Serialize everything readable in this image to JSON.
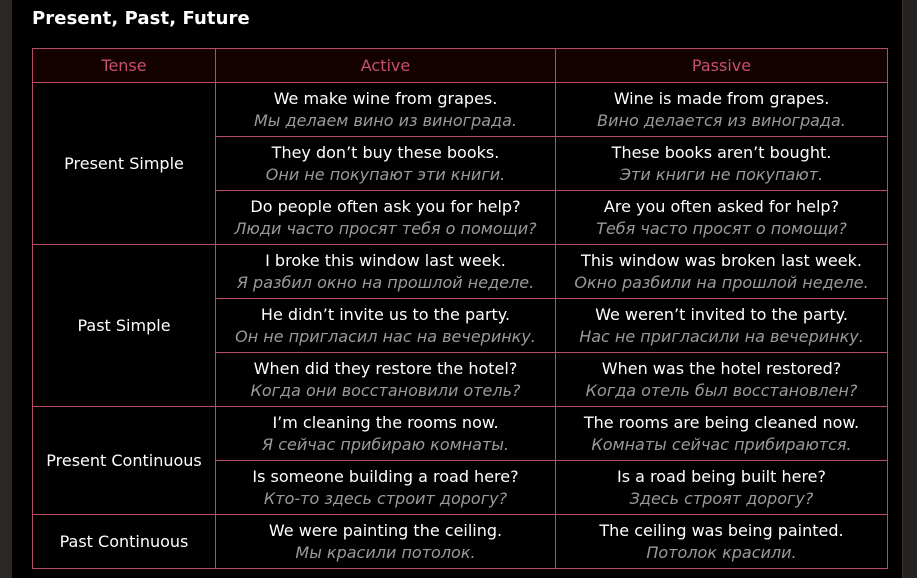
{
  "title": "Present, Past, Future",
  "headers": {
    "tense": "Tense",
    "active": "Active",
    "passive": "Passive"
  },
  "groups": [
    {
      "tense": "Present Simple",
      "rows": [
        {
          "active_en": "We make wine from grapes.",
          "active_ru": "Мы делаем вино из винограда.",
          "passive_en": "Wine is made from grapes.",
          "passive_ru": "Вино делается из винограда."
        },
        {
          "active_en": "They don’t buy these books.",
          "active_ru": "Они не покупают эти книги.",
          "passive_en": "These books aren’t bought.",
          "passive_ru": "Эти книги не покупают."
        },
        {
          "active_en": "Do people often ask you for help?",
          "active_ru": "Люди часто просят тебя о помощи?",
          "passive_en": "Are you often asked for help?",
          "passive_ru": "Тебя часто просят о помощи?"
        }
      ]
    },
    {
      "tense": "Past Simple",
      "rows": [
        {
          "active_en": "I broke this window last week.",
          "active_ru": "Я разбил окно на прошлой неделе.",
          "passive_en": "This window was broken last week.",
          "passive_ru": "Окно разбили на прошлой неделе."
        },
        {
          "active_en": "He didn’t invite us to the party.",
          "active_ru": "Он не пригласил нас на вечеринку.",
          "passive_en": "We weren’t invited to the party.",
          "passive_ru": "Нас не пригласили на вечеринку."
        },
        {
          "active_en": "When did they restore the hotel?",
          "active_ru": "Когда они восстановили отель?",
          "passive_en": "When was the hotel restored?",
          "passive_ru": "Когда отель был восстановлен?"
        }
      ]
    },
    {
      "tense": "Present Continuous",
      "rows": [
        {
          "active_en": "I’m cleaning the rooms now.",
          "active_ru": "Я сейчас прибираю комнаты.",
          "passive_en": "The rooms are being cleaned now.",
          "passive_ru": "Комнаты сейчас прибираются."
        },
        {
          "active_en": "Is someone building a road here?",
          "active_ru": "Кто-то здесь строит дорогу?",
          "passive_en": "Is a road being built here?",
          "passive_ru": "Здесь строят дорогу?"
        }
      ]
    },
    {
      "tense": "Past Continuous",
      "rows": [
        {
          "active_en": "We were painting the ceiling.",
          "active_ru": "Мы красили потолок.",
          "passive_en": "The ceiling was being painted.",
          "passive_ru": "Потолок красили."
        }
      ]
    }
  ]
}
